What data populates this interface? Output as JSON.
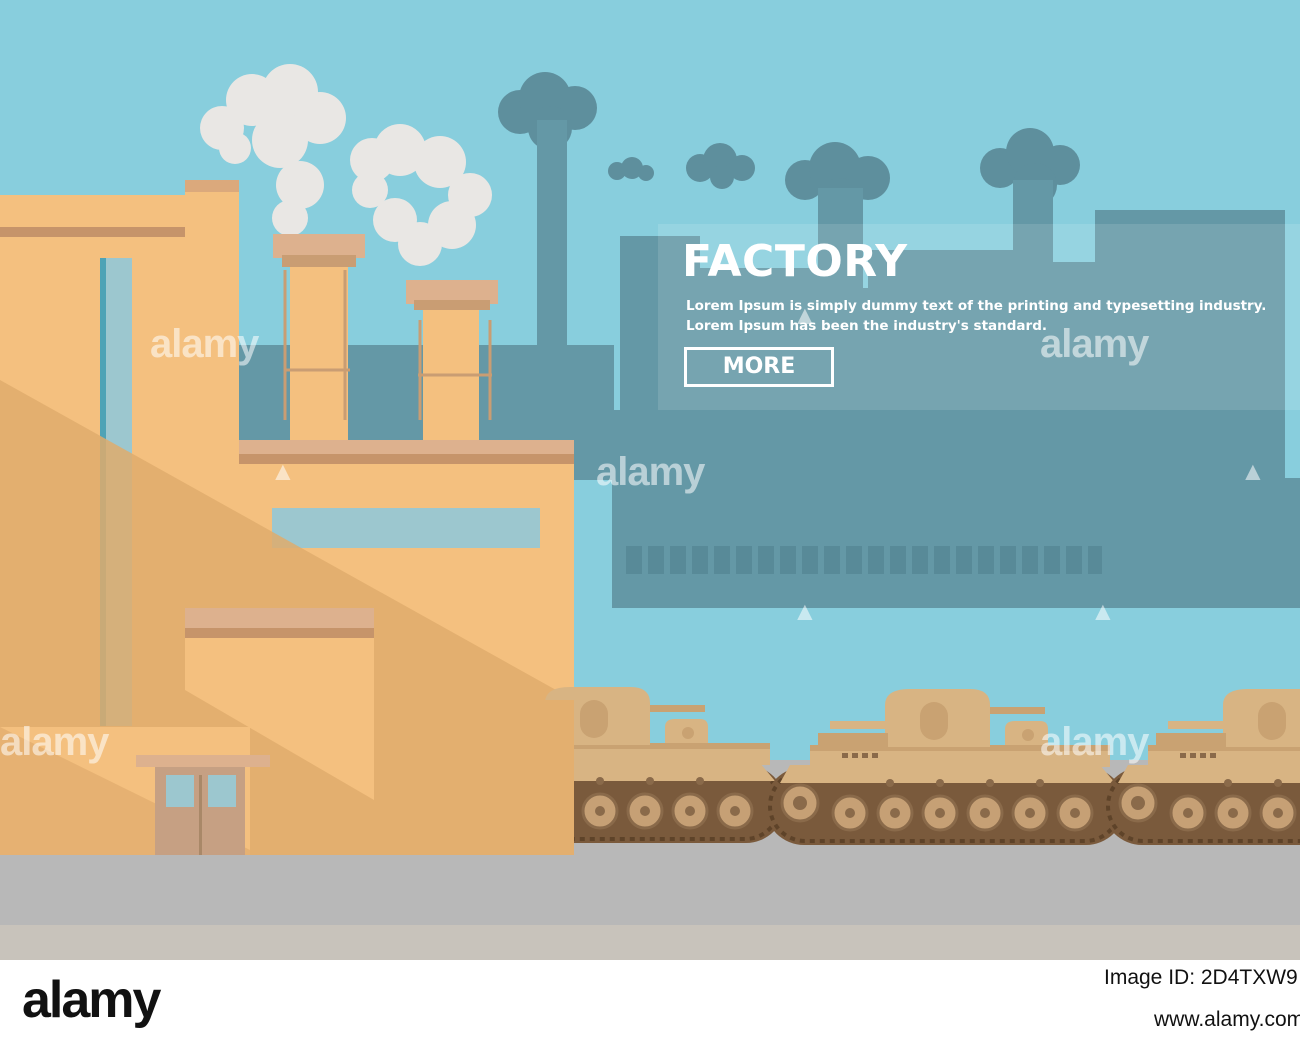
{
  "banner": {
    "title": "FACTORY",
    "description_line1": "Lorem Ipsum is simply dummy text of the printing and typesetting industry.",
    "description_line2": "Lorem Ipsum has been the industry's standard.",
    "more_label": "MORE"
  },
  "watermark": "alamy",
  "footer": {
    "logo": "alamy",
    "image_id": "Image ID: 2D4TXW9",
    "url": "www.alamy.com"
  },
  "colors": {
    "sky": "#88cedd",
    "silhouette": "#6498a6",
    "factory": "#f4c07f",
    "factory_shadow": "#dfab6c",
    "road": "#b8b8b8",
    "tank_body": "#d8b483",
    "track": "#7a5a3c",
    "smoke_white": "#e9e7e4",
    "smoke_dark": "#5e8f9d"
  }
}
